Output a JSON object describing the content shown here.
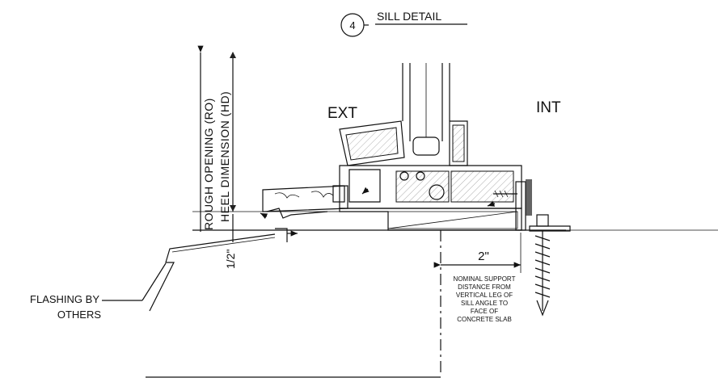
{
  "title": {
    "number": "4",
    "text": "SILL DETAIL"
  },
  "labels": {
    "ext": "EXT",
    "int": "INT",
    "rough_opening": "ROUGH OPENING (RO)",
    "heel_dimension": "HEEL DIMENSION (HD)",
    "half_inch": "1/2\"",
    "two_inch": "2\"",
    "flashing_line1": "FLASHING BY",
    "flashing_line2": "OTHERS",
    "support_note": [
      "NOMINAL SUPPORT",
      "DISTANCE FROM",
      "VERTICAL LEG OF",
      "SILL ANGLE TO",
      "FACE OF",
      "CONCRETE SLAB"
    ]
  }
}
